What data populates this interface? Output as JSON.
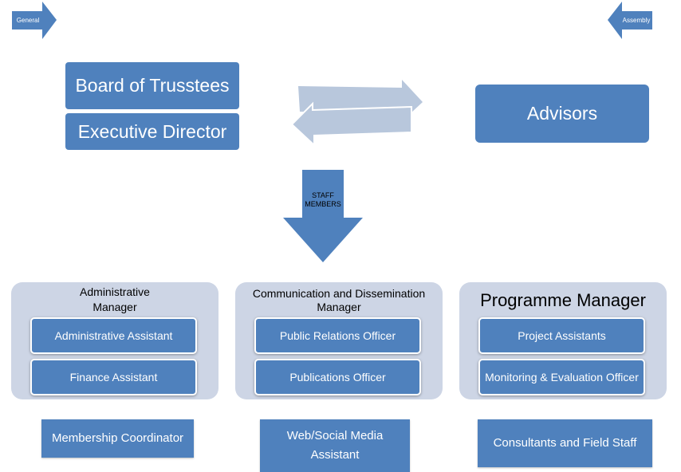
{
  "arrows": {
    "left_label": "General",
    "right_label": "Assembly",
    "staff_label": "STAFF MEMBERS"
  },
  "top": {
    "board": "Board of Trusstees",
    "executive": "Executive Director",
    "advisors": "Advisors"
  },
  "groups": [
    {
      "title": "Administrative Manager",
      "items": [
        "Administrative Assistant",
        "Finance Assistant"
      ]
    },
    {
      "title": "Communication and Dissemination Manager",
      "items": [
        "Public Relations Officer",
        "Publications Officer"
      ]
    },
    {
      "title": "Programme Manager",
      "items": [
        "Project Assistants",
        "Monitoring & Evaluation Officer"
      ]
    }
  ],
  "bottom": {
    "membership": "Membership Coordinator",
    "web_social": "Web/Social Media Assistant",
    "consultants": "Consultants and Field Staff"
  },
  "colors": {
    "primary": "#4f81bd",
    "light_arrow": "#b8c7dc",
    "group_bg": "#cdd5e5"
  }
}
